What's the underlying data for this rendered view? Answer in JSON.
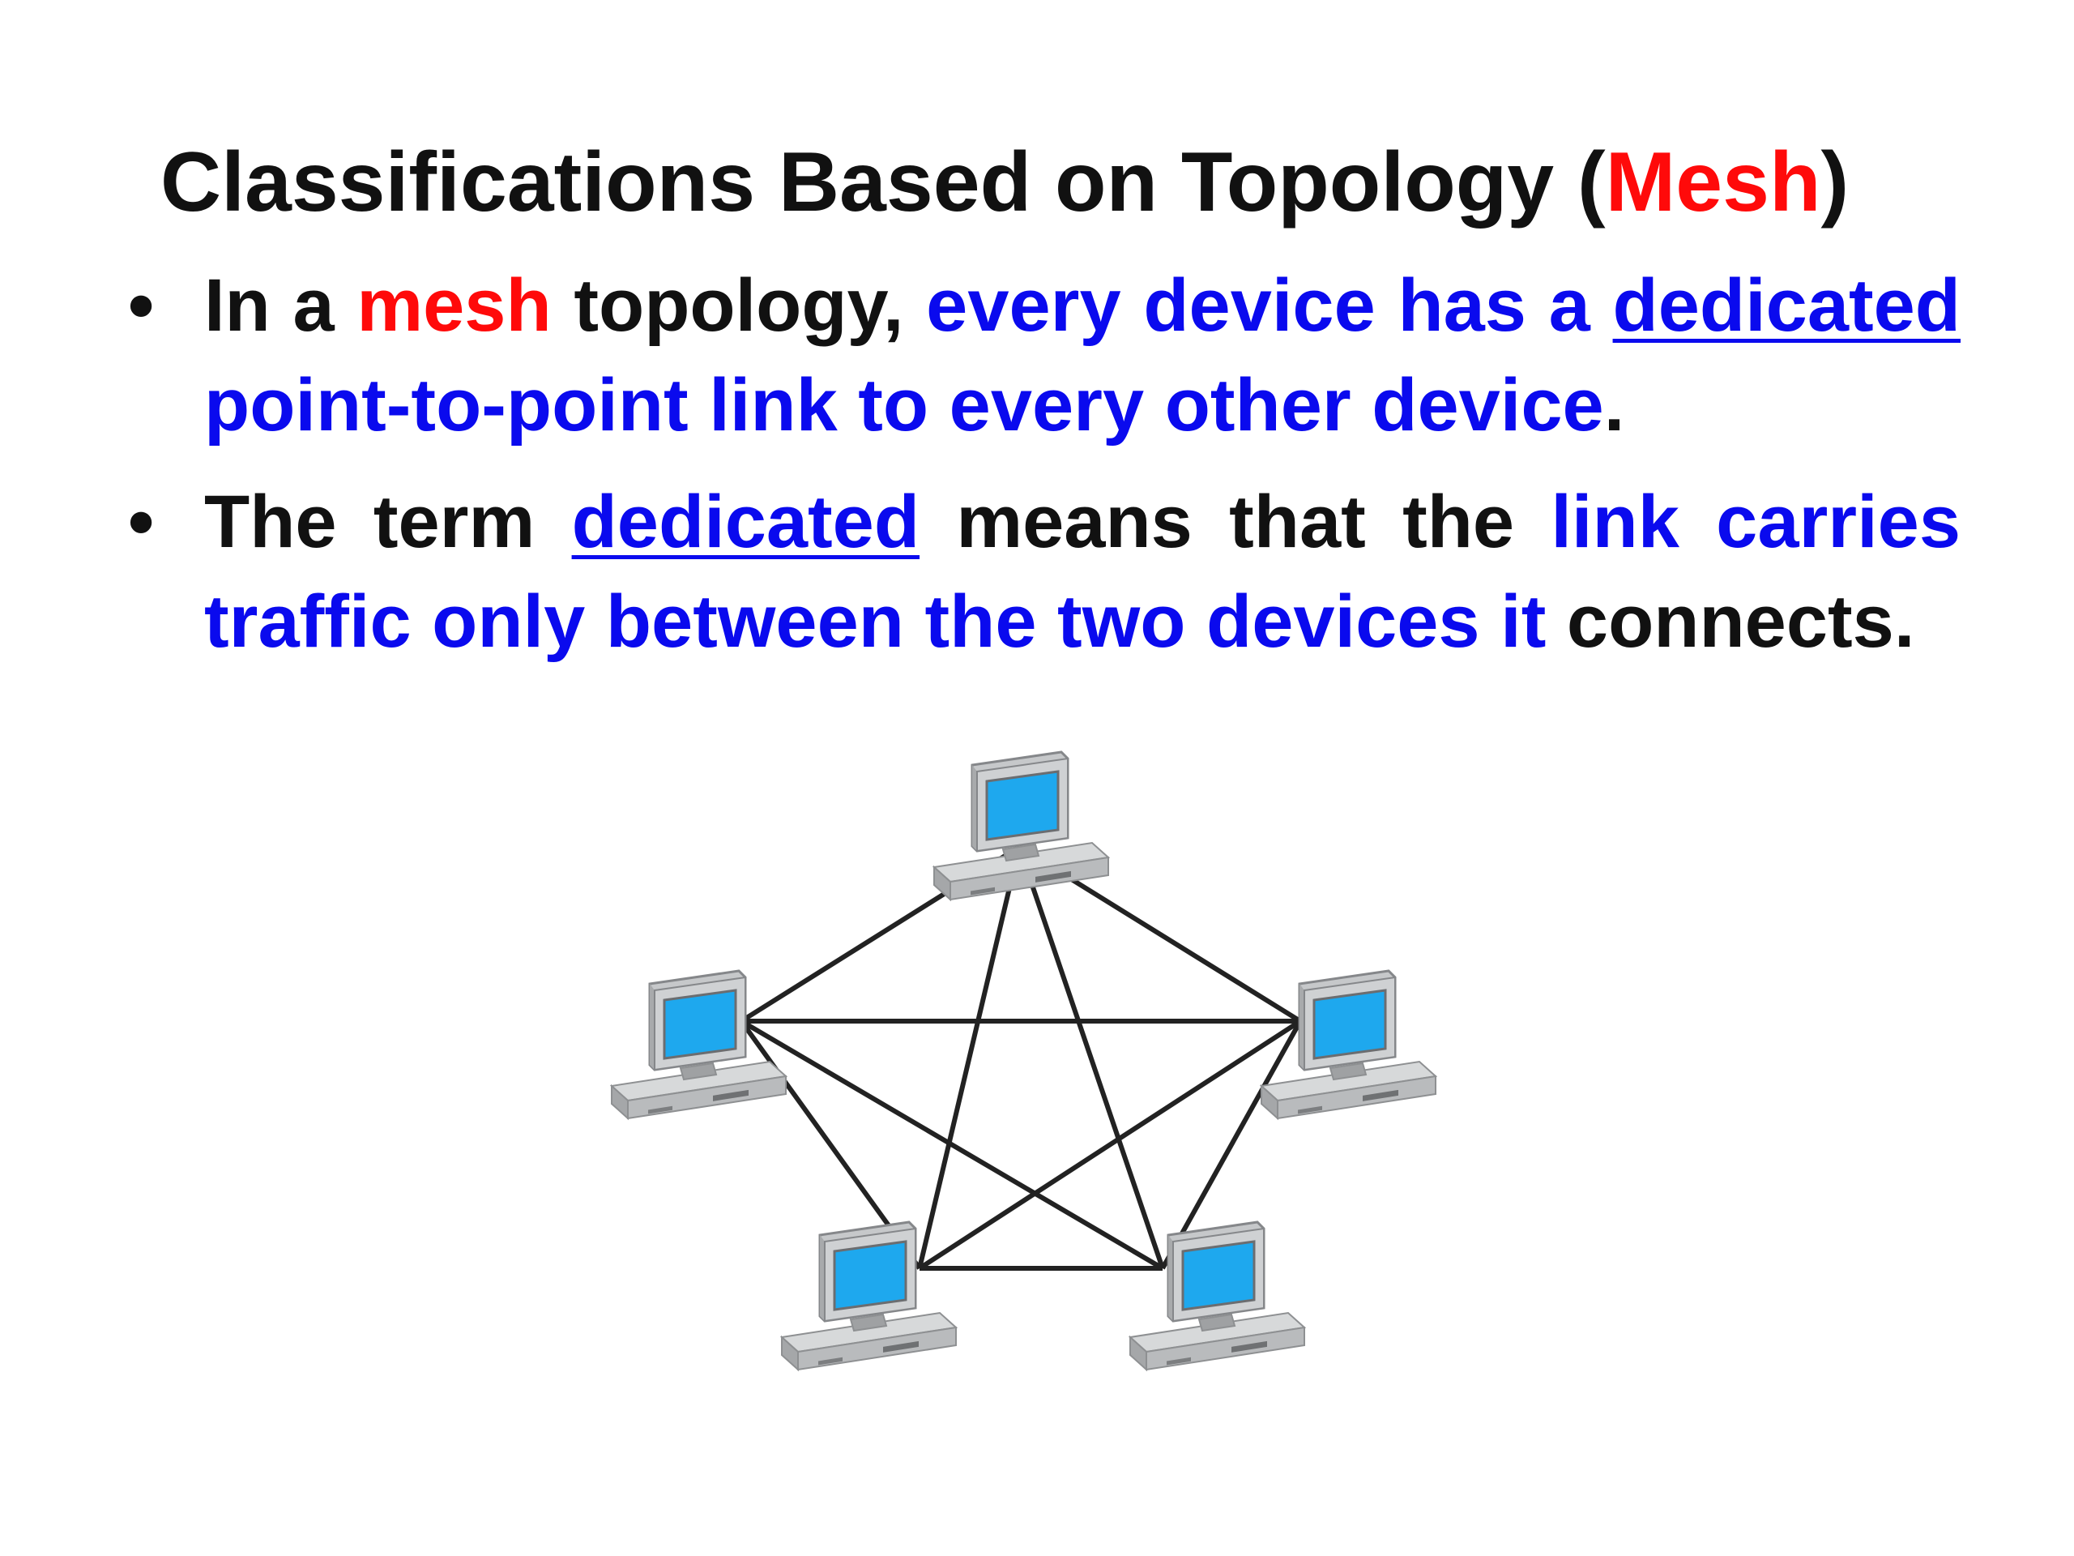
{
  "slide": {
    "title": {
      "prefix": "Classifications Based on Topology (",
      "highlight": "Mesh",
      "suffix": ")"
    },
    "bullets": [
      {
        "mark": "•",
        "segments": [
          {
            "text": "In a ",
            "style": "plain"
          },
          {
            "text": "mesh",
            "style": "red"
          },
          {
            "text": " topology, ",
            "style": "plain"
          },
          {
            "text": "every device has a ",
            "style": "blue"
          },
          {
            "text": "dedicated",
            "style": "blue-underline"
          },
          {
            "text": " point-to-point link to every other device",
            "style": "blue"
          },
          {
            "text": ".",
            "style": "plain"
          }
        ]
      },
      {
        "mark": "•",
        "segments": [
          {
            "text": "The term ",
            "style": "plain"
          },
          {
            "text": "dedicated",
            "style": "blue-underline"
          },
          {
            "text": " means that the ",
            "style": "plain"
          },
          {
            "text": "link carries traffic only between the two devices it",
            "style": "blue"
          },
          {
            "text": " connects.",
            "style": "plain"
          }
        ]
      }
    ]
  },
  "diagram": {
    "type": "mesh-topology",
    "node_icon": "desktop-computer-icon",
    "node_count": 5,
    "links": [
      [
        0,
        1
      ],
      [
        0,
        2
      ],
      [
        0,
        3
      ],
      [
        0,
        4
      ],
      [
        1,
        2
      ],
      [
        1,
        3
      ],
      [
        1,
        4
      ],
      [
        2,
        3
      ],
      [
        2,
        4
      ],
      [
        3,
        4
      ]
    ],
    "colors": {
      "screen": "#1ea8ee",
      "case": "#b5b7b9",
      "link": "#222222"
    }
  },
  "colors": {
    "text": "#111111",
    "red": "#ff0a0a",
    "blue": "#0a0aee"
  }
}
